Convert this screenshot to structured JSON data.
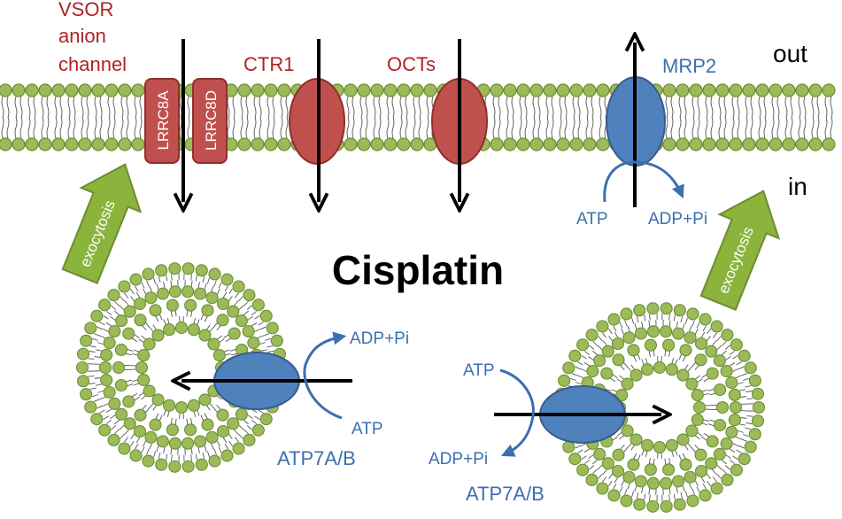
{
  "labels": {
    "vsor_line1": "VSOR",
    "vsor_line2": "anion",
    "vsor_line3": "channel",
    "lrrc8a": "LRRC8A",
    "lrrc8d": "LRRC8D",
    "ctr1": "CTR1",
    "octs": "OCTs",
    "mrp2": "MRP2",
    "out": "out",
    "in": "in",
    "atp": "ATP",
    "adp_pi": "ADP+Pi",
    "cisplatin": "Cisplatin",
    "exocytosis": "exocytosis",
    "atp7ab": "ATP7A/B"
  },
  "colors": {
    "lipid_head": "#9bbb59",
    "lipid_head_stroke": "#6f8c32",
    "transporter_red": "#c0504d",
    "transporter_blue": "#4f81bd",
    "label_red": "#b22222",
    "label_blue": "#3c6fb0",
    "exocytosis_arrow": "#8ab43c"
  }
}
